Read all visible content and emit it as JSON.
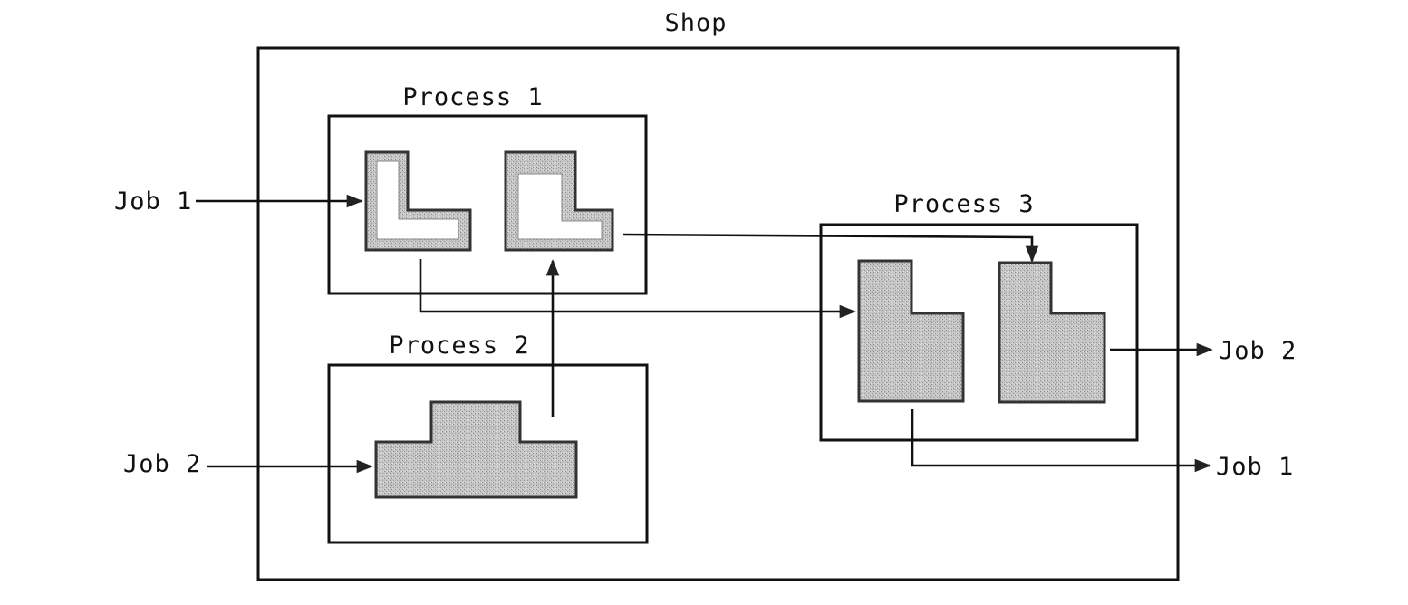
{
  "diagram": {
    "shop_label": "Shop",
    "processes": [
      {
        "label": "Process 1"
      },
      {
        "label": "Process 2"
      },
      {
        "label": "Process 3"
      }
    ],
    "jobs": {
      "job1_in": "Job 1",
      "job2_in": "Job 2",
      "job2_out": "Job 2",
      "job1_out": "Job 1"
    }
  }
}
